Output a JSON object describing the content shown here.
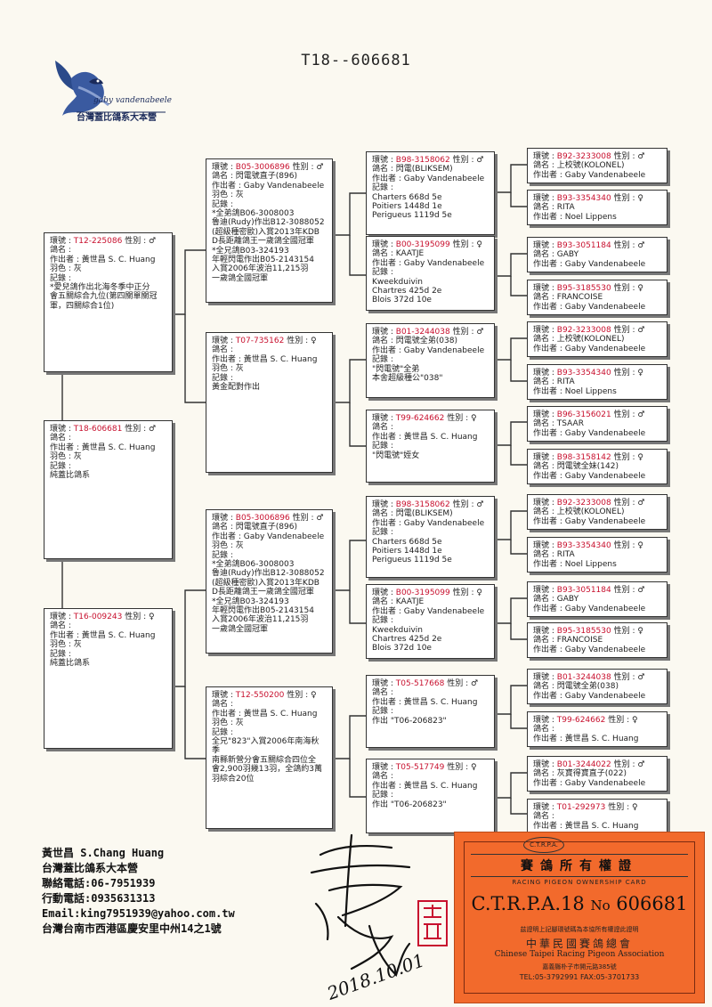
{
  "page": {
    "title": "T18--606681"
  },
  "logo": {
    "script": "gaby vandenabeele",
    "caption": "台灣蓋比鴿系大本營"
  },
  "boxes": {
    "g1": {
      "ring": "T12-225086",
      "sex": "性別 : ♂",
      "name": "鴿名 :",
      "breeder": "作出者 : 黃世昌 S. C. Huang",
      "color": "羽色 : 灰",
      "record": "記錄 :",
      "notes": "*愛兒鴿作出北海冬季中正分\n會五關綜合九位(第四關單關冠\n軍，四關綜合1位)"
    },
    "g2": {
      "ring": "T18-606681",
      "sex": "性別 : ♂",
      "name": "鴿名 :",
      "breeder": "作出者 : 黃世昌 S. C. Huang",
      "color": "羽色 : 灰",
      "record": "記錄 :",
      "notes": "純蓋比鴿系"
    },
    "g3": {
      "ring": "T16-009243",
      "sex": "性別 : ♀",
      "name": "鴿名 :",
      "breeder": "作出者 : 黃世昌 S. C. Huang",
      "color": "羽色 : 灰",
      "record": "記錄 :",
      "notes": "純蓋比鴿系"
    },
    "p1": {
      "ring": "B05-3006896",
      "sex": "性別 : ♂",
      "name": "鴿名 : 閃電號直子(896)",
      "breeder": "作出者 : Gaby Vandenabeele",
      "color": "羽色 : 灰",
      "record": "記錄 :",
      "notes": "*全弟鴿B06-3008003\n魯迪(Rudy)作出B12-3088052\n(超級種密歐)入賞2013年KDB\nD長距離鴿王一歲鴿全國冠軍\n*全兄鴿B03-324193\n年輕閃電作出B05-2143154\n入賞2006年波治11,215羽\n一歲鴿全國冠軍"
    },
    "p2": {
      "ring": "T07-735162",
      "sex": "性別 : ♀",
      "name": "鴿名 :",
      "breeder": "作出者 : 黃世昌 S. C. Huang",
      "color": "羽色 : 灰",
      "record": "記錄 :",
      "notes": "黃金配對作出"
    },
    "p3": {
      "ring": "B05-3006896",
      "sex": "性別 : ♂",
      "name": "鴿名 : 閃電號直子(896)",
      "breeder": "作出者 : Gaby Vandenabeele",
      "color": "羽色 : 灰",
      "record": "記錄 :",
      "notes": "*全弟鴿B06-3008003\n魯迪(Rudy)作出B12-3088052\n(超級種密歐)入賞2013年KDB\nD長距離鴿王一歲鴿全國冠軍\n*全兄鴿B03-324193\n年輕閃電作出B05-2143154\n入賞2006年波治11,215羽\n一歲鴿全國冠軍"
    },
    "p4": {
      "ring": "T12-550200",
      "sex": "性別 : ♀",
      "name": "鴿名 :",
      "breeder": "作出者 : 黃世昌 S. C. Huang",
      "color": "羽色 : 灰",
      "record": "記錄 :",
      "notes": "全兄\"823\"入賞2006年南海秋季\n南縣新營分會五關綜合四位全\n會2,900羽幾13羽，全鴿約3萬\n羽綜合20位"
    },
    "q1": {
      "ring": "B98-3158062",
      "sex": "性別 : ♂",
      "name": "鴿名 : 閃電(BLIKSEM)",
      "breeder": "作出者 : Gaby Vandenabeele",
      "record": "記錄 :",
      "notes": "Charters 668d 5e\nPoitiers 1448d 1e\nPerigueus 1119d 5e"
    },
    "q2": {
      "ring": "B00-3195099",
      "sex": "性別 : ♀",
      "name": "鴿名 : KAATJE",
      "breeder": "作出者 : Gaby Vandenabeele",
      "record": "記錄 :",
      "notes": "Kweekduivin\nChartres 425d 2e\nBlois 372d 10e"
    },
    "q3": {
      "ring": "B01-3244038",
      "sex": "性別 : ♂",
      "name": "鴿名 : 閃電號全弟(038)",
      "breeder": "作出者 : Gaby Vandenabeele",
      "record": "記錄 :",
      "notes": "\"閃電號\"全弟\n本舍超級種公\"038\""
    },
    "q4": {
      "ring": "T99-624662",
      "sex": "性別 : ♀",
      "name": "鴿名 :",
      "breeder": "作出者 : 黃世昌 S. C. Huang",
      "record": "記錄 :",
      "notes": "\"閃電號\"姪女"
    },
    "q5": {
      "ring": "B98-3158062",
      "sex": "性別 : ♂",
      "name": "鴿名 : 閃電(BLIKSEM)",
      "breeder": "作出者 : Gaby Vandenabeele",
      "record": "記錄 :",
      "notes": "Charters 668d 5e\nPoitiers 1448d 1e\nPerigueus 1119d 5e"
    },
    "q6": {
      "ring": "B00-3195099",
      "sex": "性別 : ♀",
      "name": "鴿名 : KAATJE",
      "breeder": "作出者 : Gaby Vandenabeele",
      "record": "記錄 :",
      "notes": "Kweekduivin\nChartres 425d 2e\nBlois 372d 10e"
    },
    "q7": {
      "ring": "T05-517668",
      "sex": "性別 : ♂",
      "name": "鴿名 :",
      "breeder": "作出者 : 黃世昌 S. C. Huang",
      "record": "記錄 :",
      "notes": "作出 \"T06-206823\""
    },
    "q8": {
      "ring": "T05-517749",
      "sex": "性別 : ♀",
      "name": "鴿名 :",
      "breeder": "作出者 : 黃世昌 S. C. Huang",
      "record": "記錄 :",
      "notes": "作出 \"T06-206823\""
    },
    "r1": {
      "ring": "B92-3233008",
      "sex": "性別 : ♂",
      "name": "鴿名 : 上校號(KOLONEL)",
      "breeder": "作出者 : Gaby Vandenabeele"
    },
    "r2": {
      "ring": "B93-3354340",
      "sex": "性別 : ♀",
      "name": "鴿名 : RITA",
      "breeder": "作出者 : Noel Lippens"
    },
    "r3": {
      "ring": "B93-3051184",
      "sex": "性別 : ♂",
      "name": "鴿名 : GABY",
      "breeder": "作出者 : Gaby Vandenabeele"
    },
    "r4": {
      "ring": "B95-3185530",
      "sex": "性別 : ♀",
      "name": "鴿名 : FRANCOISE",
      "breeder": "作出者 : Gaby Vandenabeele"
    },
    "r5": {
      "ring": "B92-3233008",
      "sex": "性別 : ♂",
      "name": "鴿名 : 上校號(KOLONEL)",
      "breeder": "作出者 : Gaby Vandenabeele"
    },
    "r6": {
      "ring": "B93-3354340",
      "sex": "性別 : ♀",
      "name": "鴿名 : RITA",
      "breeder": "作出者 : Noel Lippens"
    },
    "r7": {
      "ring": "B96-3156021",
      "sex": "性別 : ♂",
      "name": "鴿名 : TSAAR",
      "breeder": "作出者 : Gaby Vandenabeele"
    },
    "r8": {
      "ring": "B98-3158142",
      "sex": "性別 : ♀",
      "name": "鴿名 : 閃電號全妹(142)",
      "breeder": "作出者 : Gaby Vandenabeele"
    },
    "r9": {
      "ring": "B92-3233008",
      "sex": "性別 : ♂",
      "name": "鴿名 : 上校號(KOLONEL)",
      "breeder": "作出者 : Gaby Vandenabeele"
    },
    "r10": {
      "ring": "B93-3354340",
      "sex": "性別 : ♀",
      "name": "鴿名 : RITA",
      "breeder": "作出者 : Noel Lippens"
    },
    "r11": {
      "ring": "B93-3051184",
      "sex": "性別 : ♂",
      "name": "鴿名 : GABY",
      "breeder": "作出者 : Gaby Vandenabeele"
    },
    "r12": {
      "ring": "B95-3185530",
      "sex": "性別 : ♀",
      "name": "鴿名 : FRANCOISE",
      "breeder": "作出者 : Gaby Vandenabeele"
    },
    "r13": {
      "ring": "B01-3244038",
      "sex": "性別 : ♂",
      "name": "鴿名 : 閃電號全弟(038)",
      "breeder": "作出者 : Gaby Vandenabeele"
    },
    "r14": {
      "ring": "T99-624662",
      "sex": "性別 : ♀",
      "name": "鴿名 :",
      "breeder": "作出者 : 黃世昌 S. C. Huang"
    },
    "r15": {
      "ring": "B01-3244022",
      "sex": "性別 : ♂",
      "name": "鴿名 : 灰寶得寶直子(022)",
      "breeder": "作出者 : Gaby Vandenabeele"
    },
    "r16": {
      "ring": "T01-292973",
      "sex": "性別 : ♀",
      "name": "鴿名 :",
      "breeder": "作出者 : 黃世昌 S. C. Huang"
    }
  },
  "contact": {
    "name": "黃世昌 S.Chang Huang",
    "loft": "台灣蓋比鴿系大本營",
    "phone": "聯絡電話:06-7951939",
    "mobile": "行動電話:0935631313",
    "email": "Email:king7951939@yahoo.com.tw",
    "address": "台灣台南市西港區慶安里中州14之1號"
  },
  "card": {
    "badge": "C.T.R.P.A.",
    "title": "賽鴿所有權證",
    "subtitle": "RACING PIGEON OWNERSHIP CARD",
    "prefix": "C.T.R.P.A.18",
    "no_label": "No",
    "number": "606681",
    "cert": "茲證明上記腳環號碼為本協所有權證此證明",
    "assoc": "中華民國賽鴿總會",
    "assoc_en": "Chinese Taipei Racing Pigeon Association",
    "addr": "嘉義縣朴子市開元路385號",
    "tel": "TEL:05-3792991    FAX:05-3701733"
  },
  "signature": {
    "date": "2018.10.01"
  },
  "colors": {
    "ring": "#c8102e",
    "card": "#f26a2c"
  }
}
